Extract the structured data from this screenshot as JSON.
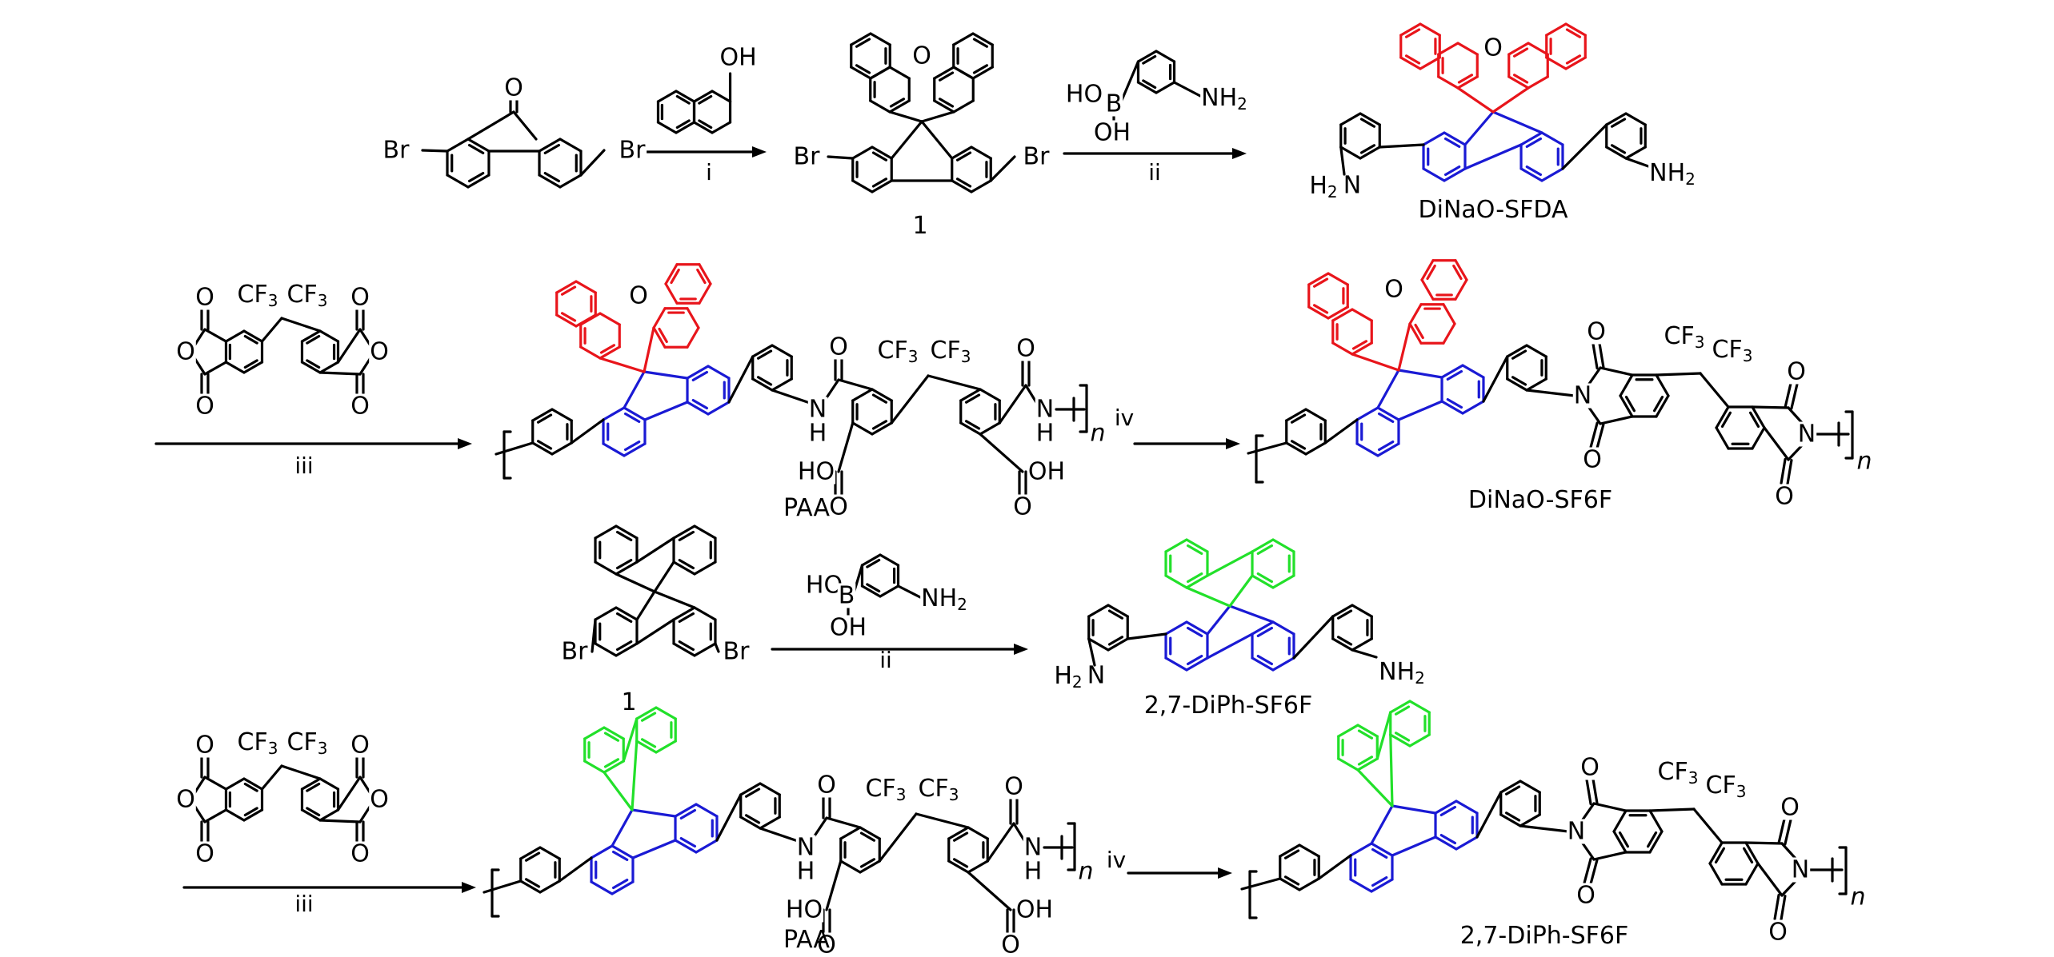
{
  "figure": {
    "type": "reaction-scheme",
    "colors": {
      "bond_default": "#000000",
      "dinaphthoxanthene": "#e8151b",
      "fluorene_core": "#1a1ad4",
      "spiro_fluorene": "#22e02a"
    },
    "rows": [
      {
        "id": "row1",
        "steps": [
          {
            "reactant": {
              "name": "2,7-dibromofluorenone",
              "atoms": [
                "O",
                "Br",
                "Br"
              ]
            },
            "reagent": {
              "name": "1-naphthol",
              "atoms": [
                "OH"
              ]
            },
            "condition": "i",
            "product": {
              "label": "1",
              "atoms": [
                "O",
                "Br",
                "Br"
              ]
            }
          },
          {
            "reagent": {
              "name": "3-aminophenylboronic acid",
              "atoms": [
                "HO",
                "B",
                "OH",
                "NH2"
              ]
            },
            "condition": "ii",
            "product": {
              "label": "DiNaO-SFDA",
              "atoms": [
                "O",
                "H2N",
                "NH2"
              ]
            }
          }
        ]
      },
      {
        "id": "row2",
        "steps": [
          {
            "reagent": {
              "name": "6FDA",
              "atoms": [
                "CF3",
                "CF3",
                "O",
                "O",
                "O",
                "O",
                "O",
                "O"
              ]
            },
            "condition": "iii",
            "product": {
              "label": "PAA",
              "repeat": "n",
              "atoms": [
                "O",
                "O",
                "CF3",
                "CF3",
                "O",
                "N",
                "H",
                "N",
                "H",
                "HO",
                "OH"
              ]
            }
          },
          {
            "condition": "iv",
            "product": {
              "label": "DiNaO-SF6F",
              "repeat": "n",
              "atoms": [
                "O",
                "O",
                "O",
                "CF3",
                "CF3",
                "O",
                "O",
                "N",
                "N"
              ]
            }
          }
        ]
      },
      {
        "id": "row3",
        "steps": [
          {
            "reactant": {
              "label": "1",
              "name": "2,7-dibromo-9,9'-spirobifluorene",
              "atoms": [
                "Br",
                "Br"
              ]
            },
            "reagent": {
              "name": "3-aminophenylboronic acid",
              "atoms": [
                "HO",
                "B",
                "OH",
                "NH2"
              ]
            },
            "condition": "ii",
            "product": {
              "label": "2,7-DiPh-SF6F",
              "atoms": [
                "H2N",
                "NH2"
              ]
            }
          }
        ]
      },
      {
        "id": "row4",
        "steps": [
          {
            "reagent": {
              "name": "6FDA",
              "atoms": [
                "CF3",
                "CF3",
                "O",
                "O",
                "O",
                "O",
                "O",
                "O"
              ]
            },
            "condition": "iii",
            "product": {
              "label": "PAA",
              "repeat": "n",
              "atoms": [
                "O",
                "O",
                "CF3",
                "CF3",
                "N",
                "H",
                "N",
                "H",
                "HO",
                "OH"
              ]
            }
          },
          {
            "condition": "iv",
            "product": {
              "label": "2,7-DiPh-SF6F",
              "repeat": "n",
              "atoms": [
                "O",
                "O",
                "O",
                "O",
                "CF3",
                "CF3",
                "N",
                "N"
              ]
            }
          }
        ]
      }
    ]
  },
  "labels": {
    "r1_cond_i": "i",
    "r1_cond_ii": "ii",
    "r1_cpd1": "1",
    "r1_product": "DiNaO-SFDA",
    "r2_cond_iii": "iii",
    "r2_cond_iv": "iv",
    "r2_paa": "PAA",
    "r2_product": "DiNaO-SF6F",
    "r3_cond_ii": "ii",
    "r3_cpd1": "1",
    "r3_product": "2,7-DiPh-SF6F",
    "r4_cond_iii": "iii",
    "r4_cond_iv": "iv",
    "r4_paa": "PAA",
    "r4_product": "2,7-DiPh-SF6F",
    "n": "n",
    "Br": "Br",
    "O": "O",
    "OH": "OH",
    "HO": "HO",
    "B": "B",
    "N": "N",
    "H": "H",
    "NH": "NH",
    "H_sub": "2",
    "CF": "CF",
    "F_sub": "3"
  }
}
